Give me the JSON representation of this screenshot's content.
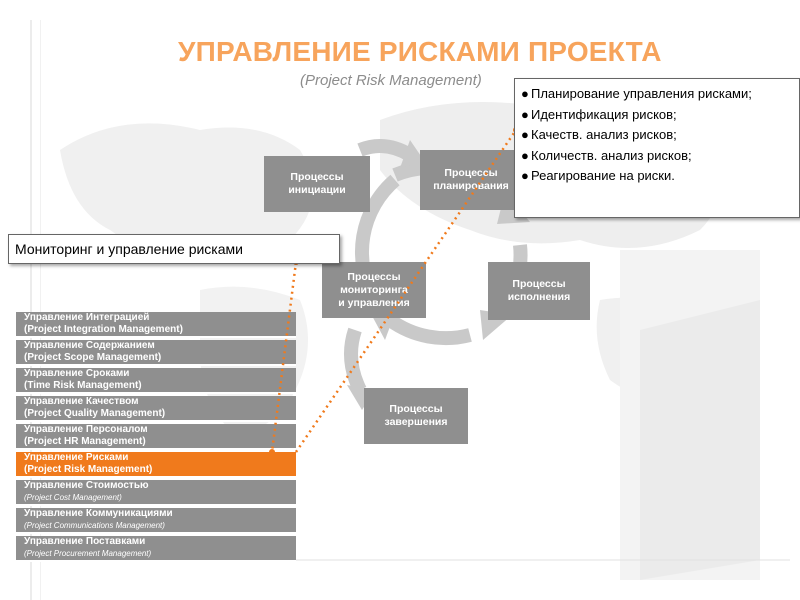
{
  "header": {
    "title": "УПРАВЛЕНИЕ РИСКАМИ ПРОЕКТА",
    "subtitle": "(Project Risk Management)"
  },
  "processes": {
    "initiation": [
      "Процессы",
      "инициации"
    ],
    "planning": [
      "Процессы",
      "планирования"
    ],
    "monitoring": [
      "Процессы",
      "мониторинга",
      "и управления"
    ],
    "execution": [
      "Процессы",
      "исполнения"
    ],
    "closing": [
      "Процессы",
      "завершения"
    ]
  },
  "callouts": {
    "monitoring": "Мониторинг и управление рисками",
    "planning_items": [
      "Планирование управления рисками;",
      "Идентификация рисков;",
      "Качеств. анализ рисков;",
      "Количеств. анализ рисков;",
      "Реагирование на риски."
    ],
    "bullet": "●"
  },
  "knowledge_areas": [
    {
      "ru": "Управление Интеграцией",
      "en": "(Project Integration Management)",
      "active": false
    },
    {
      "ru": "Управление Содержанием",
      "en": "(Project Scope Management)",
      "active": false
    },
    {
      "ru": "Управление Сроками",
      "en": "(Time Risk Management)",
      "active": false
    },
    {
      "ru": "Управление Качеством",
      "en": "(Project Quality Management)",
      "active": false
    },
    {
      "ru": "Управление Персоналом",
      "en": "(Project HR Management)",
      "active": false
    },
    {
      "ru": "Управление Рисками",
      "en": "(Project Risk Management)",
      "active": true
    },
    {
      "ru": "Управление Стоимостью",
      "en": "(Project Cost Management)",
      "active": false
    },
    {
      "ru": "Управление Коммуникациями",
      "en": "(Project Communications Management)",
      "active": false
    },
    {
      "ru": "Управление Поставками",
      "en": "(Project Procurement Management)",
      "active": false
    }
  ],
  "colors": {
    "accent": "#f07a1c",
    "title": "#f7a45c",
    "box": "#8f8f8f",
    "cycle_arrow": "#c9c9c9"
  }
}
